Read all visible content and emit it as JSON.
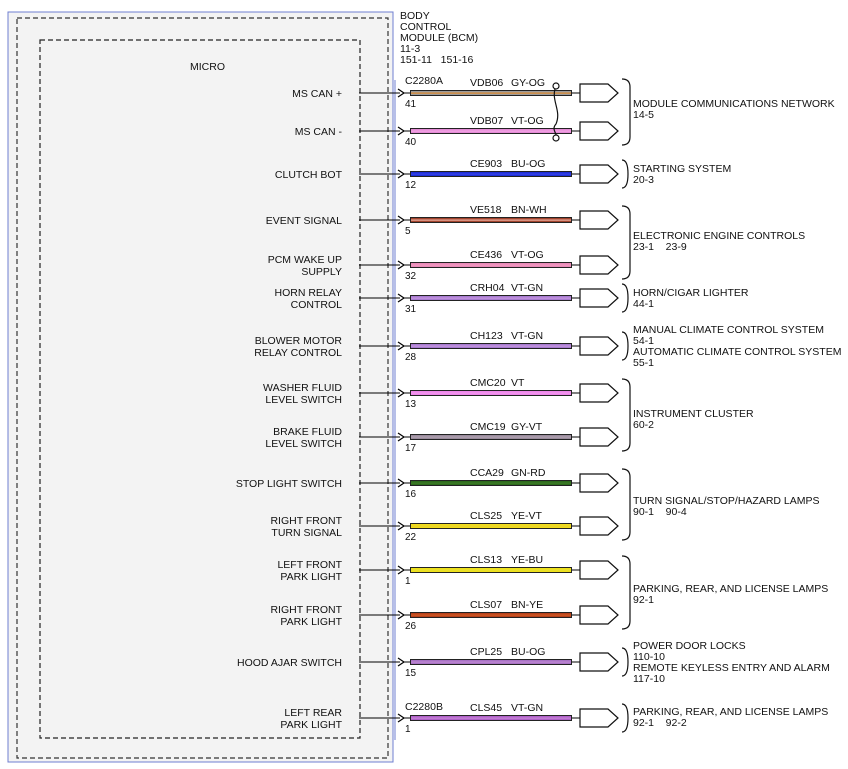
{
  "module": {
    "title_lines": [
      "BODY",
      "CONTROL",
      "MODULE (BCM)",
      "11-3",
      "151-11   151-16"
    ],
    "micro_label": "MICRO"
  },
  "connectors": [
    "C2280A",
    "C2280B"
  ],
  "circuits": [
    {
      "signal": [
        "MS CAN +"
      ],
      "pin": "41",
      "circuit": "VDB06",
      "color_code": "GY-OG",
      "colors": [
        "#9c9c9c",
        "#e08a2c"
      ]
    },
    {
      "signal": [
        "MS CAN -"
      ],
      "pin": "40",
      "circuit": "VDB07",
      "color_code": "VT-OG",
      "colors": [
        "#e48ad6",
        "#f4a6e6"
      ]
    },
    {
      "signal": [
        "CLUTCH BOT"
      ],
      "pin": "12",
      "circuit": "CE903",
      "color_code": "BU-OG",
      "colors": [
        "#1d2fd6",
        "#3a45e8"
      ]
    },
    {
      "signal": [
        "EVENT SIGNAL"
      ],
      "pin": "5",
      "circuit": "VE518",
      "color_code": "BN-WH",
      "colors": [
        "#a0432c",
        "#f1b2a3"
      ]
    },
    {
      "signal": [
        "PCM WAKE UP",
        "SUPPLY"
      ],
      "pin": "32",
      "circuit": "CE436",
      "color_code": "VT-OG",
      "colors": [
        "#e88ab8",
        "#f29bc0"
      ]
    },
    {
      "signal": [
        "HORN RELAY",
        "CONTROL"
      ],
      "pin": "31",
      "circuit": "CRH04",
      "color_code": "VT-GN",
      "colors": [
        "#a87bd0",
        "#c898e0"
      ]
    },
    {
      "signal": [
        "BLOWER MOTOR",
        "RELAY CONTROL"
      ],
      "pin": "28",
      "circuit": "CH123",
      "color_code": "VT-GN",
      "colors": [
        "#a87bd0",
        "#c898e0"
      ]
    },
    {
      "signal": [
        "WASHER FLUID",
        "LEVEL SWITCH"
      ],
      "pin": "13",
      "circuit": "CMC20",
      "color_code": "VT",
      "colors": [
        "#ee86ea",
        "#f39af0"
      ]
    },
    {
      "signal": [
        "BRAKE FLUID",
        "LEVEL SWITCH"
      ],
      "pin": "17",
      "circuit": "CMC19",
      "color_code": "GY-VT",
      "colors": [
        "#9a8c9c",
        "#b3a4b4"
      ]
    },
    {
      "signal": [
        "STOP LIGHT SWITCH"
      ],
      "pin": "16",
      "circuit": "CCA29",
      "color_code": "GN-RD",
      "colors": [
        "#2e6b1e",
        "#3f7d26"
      ]
    },
    {
      "signal": [
        "RIGHT FRONT",
        "TURN SIGNAL"
      ],
      "pin": "22",
      "circuit": "CLS25",
      "color_code": "YE-VT",
      "colors": [
        "#f2dc1c",
        "#e8d22a"
      ]
    },
    {
      "signal": [
        "LEFT FRONT",
        "PARK LIGHT"
      ],
      "pin": "1",
      "circuit": "CLS13",
      "color_code": "YE-BU",
      "colors": [
        "#f0e21a",
        "#e6e030"
      ]
    },
    {
      "signal": [
        "RIGHT FRONT",
        "PARK LIGHT"
      ],
      "pin": "26",
      "circuit": "CLS07",
      "color_code": "BN-YE",
      "colors": [
        "#b5411c",
        "#d35a22"
      ]
    },
    {
      "signal": [
        "HOOD AJAR SWITCH"
      ],
      "pin": "15",
      "circuit": "CPL25",
      "color_code": "BU-OG",
      "colors": [
        "#a872c4",
        "#c08ad4"
      ]
    },
    {
      "signal": [
        "LEFT REAR",
        "PARK LIGHT"
      ],
      "pin": "1",
      "circuit": "CLS45",
      "color_code": "VT-GN",
      "colors": [
        "#b060c8",
        "#c888d8"
      ]
    }
  ],
  "destinations": [
    {
      "lines": [
        "MODULE COMMUNICATIONS NETWORK",
        "14-5"
      ]
    },
    {
      "lines": [
        "STARTING SYSTEM",
        "20-3"
      ]
    },
    {
      "lines": [
        "ELECTRONIC ENGINE CONTROLS",
        "23-1    23-9"
      ]
    },
    {
      "lines": [
        "HORN/CIGAR LIGHTER",
        "44-1"
      ]
    },
    {
      "lines": [
        "MANUAL CLIMATE CONTROL SYSTEM",
        "54-1",
        "AUTOMATIC CLIMATE CONTROL SYSTEM",
        "55-1"
      ]
    },
    {
      "lines": [
        "INSTRUMENT CLUSTER",
        "60-2"
      ]
    },
    {
      "lines": [
        "TURN SIGNAL/STOP/HAZARD LAMPS",
        "90-1    90-4"
      ]
    },
    {
      "lines": [
        "PARKING, REAR, AND LICENSE LAMPS",
        "92-1"
      ]
    },
    {
      "lines": [
        "POWER DOOR LOCKS",
        "110-10",
        "REMOTE KEYLESS ENTRY AND ALARM",
        "117-10"
      ]
    },
    {
      "lines": [
        "PARKING, REAR, AND LICENSE LAMPS",
        "92-1    92-2"
      ]
    }
  ],
  "colors": {
    "module_border": "#6f7fd0",
    "module_fill": "#f3f3f3",
    "line": "#000000"
  }
}
